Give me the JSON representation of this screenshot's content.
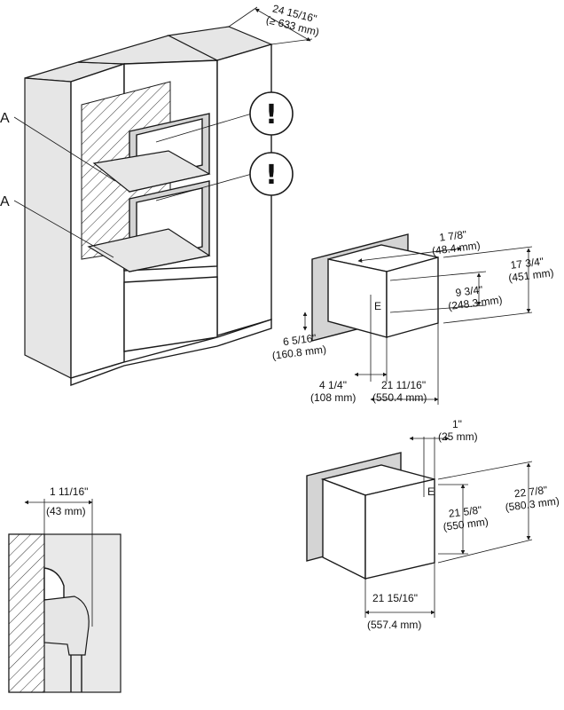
{
  "cabinet": {
    "depth_in": "24 15/16\"",
    "depth_mm": "(≥ 633 mm)",
    "label_a1": "A",
    "label_a2": "A",
    "warning_1": "!",
    "warning_2": "!"
  },
  "appliance_small": {
    "frame_depth_in": "1 7/8\"",
    "frame_depth_mm": "(48.4 mm)",
    "height_in": "17 3/4\"",
    "height_mm": "(451 mm)",
    "opening_height_in": "9 3/4\"",
    "opening_height_mm": "(248.3 mm)",
    "offset_in": "6 5/16\"",
    "offset_mm": "(160.8 mm)",
    "side_in": "4 1/4\"",
    "side_mm": "(108 mm)",
    "width_in": "21 11/16\"",
    "width_mm": "(550.4 mm)",
    "marker": "E"
  },
  "appliance_large": {
    "frame_depth_in": "1\"",
    "frame_depth_mm": "(25 mm)",
    "inner_height_in": "21 5/8\"",
    "inner_height_mm": "(550 mm)",
    "height_in": "22 7/8\"",
    "height_mm": "(580.3 mm)",
    "width_in": "21 15/16\"",
    "width_mm": "(557.4 mm)",
    "marker": "E"
  },
  "plug_detail": {
    "clearance_in": "1 11/16\"",
    "clearance_mm": "(43 mm)"
  }
}
